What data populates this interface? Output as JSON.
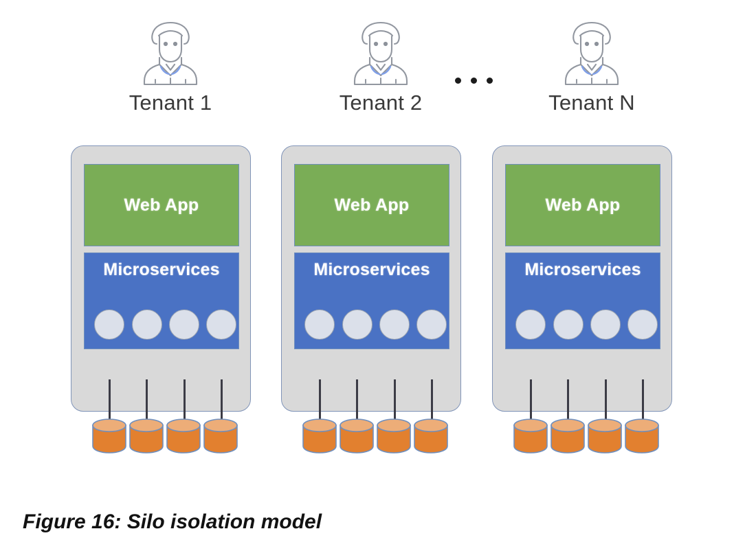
{
  "figure": {
    "caption": "Figure 16: Silo isolation model",
    "ellipsis": "•••",
    "colors": {
      "web_app": "#7aad56",
      "microservices": "#4a72c4",
      "database": "#e2802f",
      "database_top": "#edad78",
      "panel": "#d9d9d9",
      "panel_border": "#8094b8",
      "node": "#dbe0ea",
      "connector": "#3c3c46",
      "label_text": "#3a3a3a"
    }
  },
  "tenants": [
    {
      "id": "tenant-1",
      "label": "Tenant 1",
      "icon": "person-icon",
      "web_app": {
        "label": "Web App"
      },
      "microservices": {
        "label": "Microservices",
        "nodes": [
          "service-node-1",
          "service-node-2",
          "service-node-3",
          "service-node-4"
        ]
      },
      "databases": [
        "database-1",
        "database-2",
        "database-3",
        "database-4"
      ]
    },
    {
      "id": "tenant-2",
      "label": "Tenant 2",
      "icon": "person-icon",
      "web_app": {
        "label": "Web App"
      },
      "microservices": {
        "label": "Microservices",
        "nodes": [
          "service-node-1",
          "service-node-2",
          "service-node-3",
          "service-node-4"
        ]
      },
      "databases": [
        "database-1",
        "database-2",
        "database-3",
        "database-4"
      ]
    },
    {
      "id": "tenant-n",
      "label": "Tenant N",
      "icon": "person-icon",
      "web_app": {
        "label": "Web App"
      },
      "microservices": {
        "label": "Microservices",
        "nodes": [
          "service-node-1",
          "service-node-2",
          "service-node-3",
          "service-node-4"
        ]
      },
      "databases": [
        "database-1",
        "database-2",
        "database-3",
        "database-4"
      ]
    }
  ]
}
